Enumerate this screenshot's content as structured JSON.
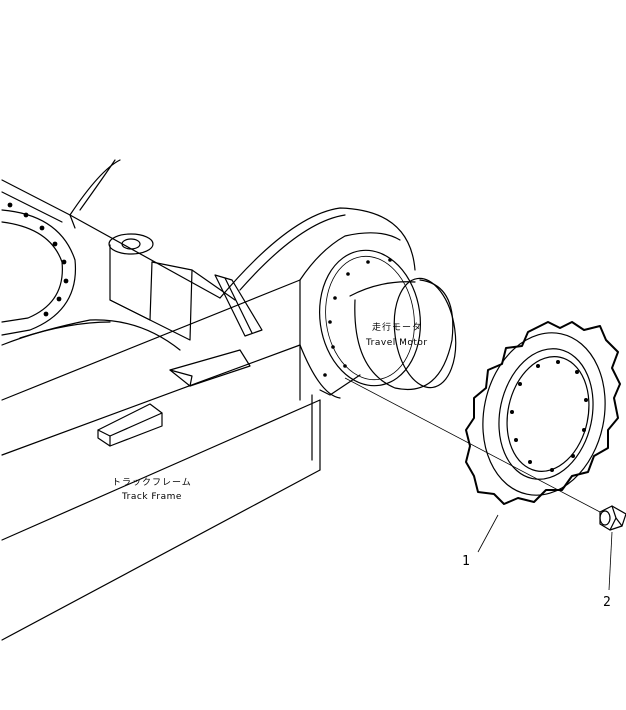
{
  "labels": {
    "travel_motor_jp": "走行モータ",
    "travel_motor_en": "Travel Motor",
    "track_frame_jp": "トラックフレーム",
    "track_frame_en": "Track Frame"
  },
  "callouts": {
    "sprocket": "1",
    "bolt": "2"
  }
}
